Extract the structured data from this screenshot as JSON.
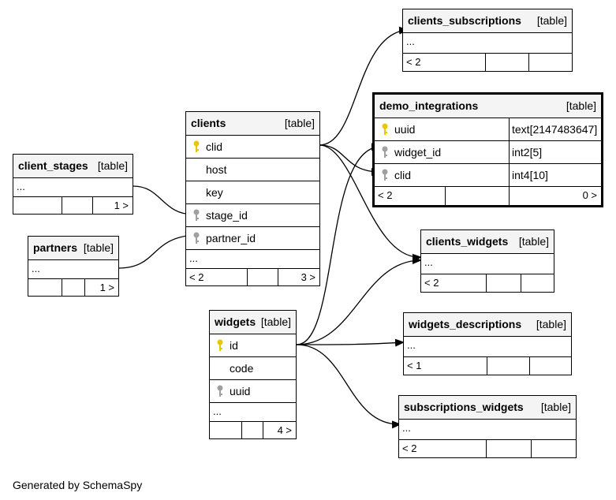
{
  "tables": {
    "client_stages": {
      "name": "client_stages",
      "type": "[table]",
      "ellipsis": "...",
      "footer_right": "1 >"
    },
    "partners": {
      "name": "partners",
      "type": "[table]",
      "ellipsis": "...",
      "footer_right": "1 >"
    },
    "clients": {
      "name": "clients",
      "type": "[table]",
      "columns": [
        "clid",
        "host",
        "key",
        "stage_id",
        "partner_id"
      ],
      "ellipsis": "...",
      "footer_left": "< 2",
      "footer_right": "3 >"
    },
    "widgets": {
      "name": "widgets",
      "type": "[table]",
      "columns": [
        "id",
        "code",
        "uuid"
      ],
      "ellipsis": "...",
      "footer_right": "4 >"
    },
    "clients_subscriptions": {
      "name": "clients_subscriptions",
      "type": "[table]",
      "ellipsis": "...",
      "footer_left": "< 2"
    },
    "demo_integrations": {
      "name": "demo_integrations",
      "type": "[table]",
      "columns": [
        {
          "name": "uuid",
          "type": "text[2147483647]"
        },
        {
          "name": "widget_id",
          "type": "int2[5]"
        },
        {
          "name": "clid",
          "type": "int4[10]"
        }
      ],
      "footer_left": "< 2",
      "footer_right": "0 >"
    },
    "clients_widgets": {
      "name": "clients_widgets",
      "type": "[table]",
      "ellipsis": "...",
      "footer_left": "< 2"
    },
    "widgets_descriptions": {
      "name": "widgets_descriptions",
      "type": "[table]",
      "ellipsis": "...",
      "footer_left": "< 1"
    },
    "subscriptions_widgets": {
      "name": "subscriptions_widgets",
      "type": "[table]",
      "ellipsis": "...",
      "footer_left": "< 2"
    }
  },
  "credit": "Generated by SchemaSpy",
  "colors": {
    "primary_key": "#e6c700",
    "foreign_key": "#a0a0a0",
    "line": "#000000"
  }
}
